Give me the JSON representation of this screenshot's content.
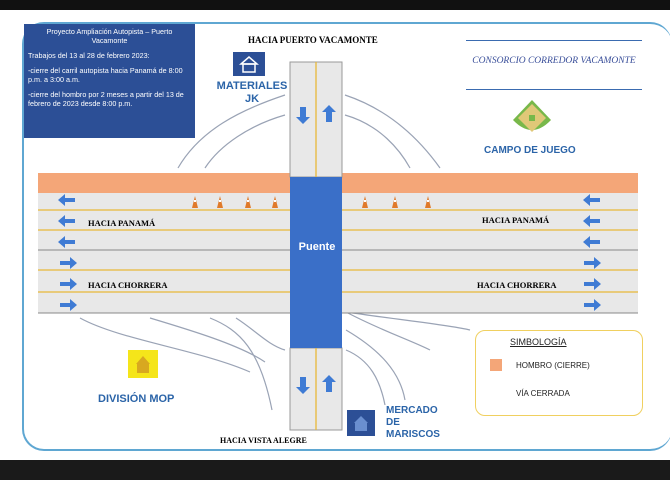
{
  "info_box": {
    "title": "Proyecto Ampliación Autopista – Puerto Vacamonte",
    "dates": "Trabajos del 13 al 28 de febrero 2023:",
    "item1": "-cierre del carril autopista hacia Panamá de 8:00 p.m. a 3:00 a.m.",
    "item2": "-cierre del hombro por 2 meses a partir del 13 de febrero de 2023 desde 8:00 p.m."
  },
  "labels": {
    "north": "HACIA PUERTO VACAMONTE",
    "south": "HACIA VISTA ALEGRE",
    "west_panama": "HACIA PANAMÁ",
    "east_panama": "HACIA PANAMÁ",
    "west_chorrera": "HACIA CHORRERA",
    "east_chorrera": "HACIA CHORRERA",
    "bridge": "Puente",
    "consorcio": "CONSORCIO CORREDOR VACAMONTE"
  },
  "places": {
    "materiales": "MATERIALES JK",
    "materiales_line1": "MATERIALES",
    "materiales_line2": "JK",
    "campo": "CAMPO DE JUEGO",
    "division": "DIVISIÓN MOP",
    "mercado_line1": "MERCADO",
    "mercado_line2": "DE",
    "mercado_line3": "MARISCOS"
  },
  "legend": {
    "title": "SIMBOLOGÍA",
    "item_shoulder": "HOMBRO (CIERRE)",
    "item_closed": "VÍA CERRADA"
  },
  "colors": {
    "shoulder": "#f4a678",
    "bridge": "#3a6fc8",
    "road": "#e6e6e6",
    "lane_line": "#e8b838",
    "arrow": "#3f7bd4",
    "frame": "#5fa7d2",
    "info_bg": "#2c4f96"
  }
}
